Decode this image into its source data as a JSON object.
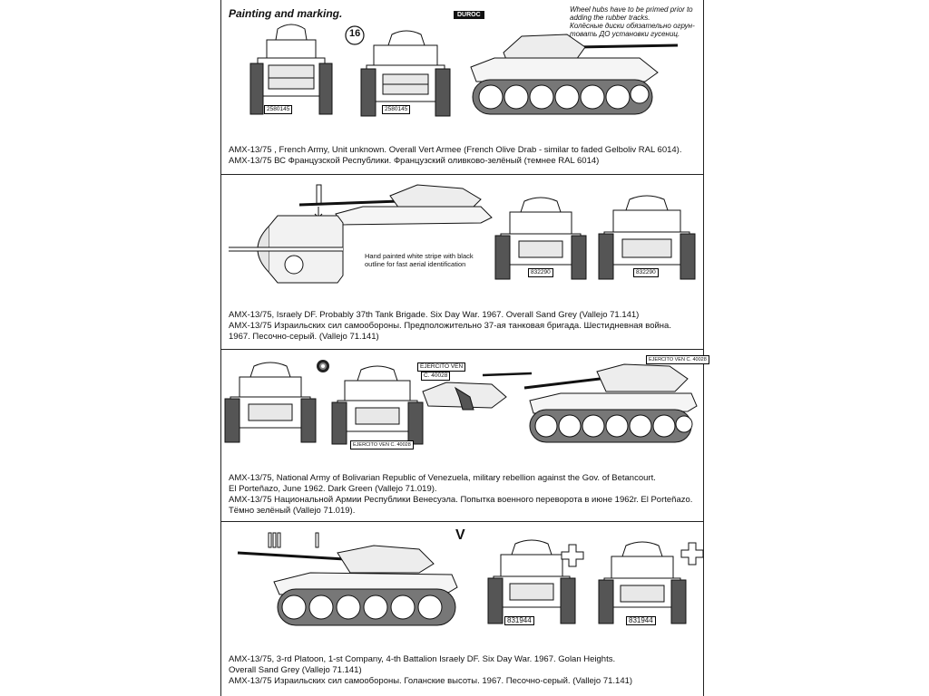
{
  "page": {
    "title": "Painting and marking.",
    "note": [
      "Wheel hubs have to be primed prior to",
      "adding the rubber tracks.",
      "Колёсные диски обязательно огрун-",
      "товать ДО установки гусениц."
    ]
  },
  "sections": [
    {
      "markings": [
        "DUROC",
        "16",
        "2580145",
        "2580145"
      ],
      "caption": [
        "AMX-13/75 , French Army, Unit unknown. Overall Vert Armee (French Olive Drab - similar to faded Gelboliv RAL 6014).",
        "AMX-13/75 ВС Французской Республики. Французский оливково-зелёный (темнее RAL 6014)"
      ]
    },
    {
      "markings": [
        "832290",
        "832290"
      ],
      "callout": [
        "Hand painted white stripe with black",
        "outline for fast aerial identification"
      ],
      "caption": [
        "AMX-13/75, Israely DF. Probably 37th Tank Brigade. Six Day War. 1967. Overall Sand Grey (Vallejo 71.141)",
        "AMX-13/75 Израильских сил самообороны. Предположительно 37-ая танковая бригада. Шестидневная война.",
        "1967. Песочно-серый. (Vallejo 71.141)"
      ]
    },
    {
      "markings": [
        "EJERCITO VEN",
        "C. 40028",
        "EJERCITO VEN C. 40028",
        "EJERCITO VEN C. 40028"
      ],
      "caption": [
        "AMX-13/75, National Army of Bolivarian Republic of Venezuela, military rebellion against the Gov. of Betancourt.",
        "El Porteñazo, June 1962. Dark Green (Vallejo 71.019).",
        "AMX-13/75 Национальной Армии Республики Венесуэла. Попытка военного переворота в июне 1962г. El Porteñazo.",
        "Тёмно зелёный  (Vallejo 71.019)."
      ]
    },
    {
      "markings": [
        "V",
        "831944",
        "831944"
      ],
      "caption": [
        "AMX-13/75, 3-rd Platoon, 1-st Company, 4-th Battalion Israely DF. Six Day War. 1967. Golan Heights.",
        "Overall Sand Grey (Vallejo 71.141)",
        "AMX-13/75 Израильских сил самообороны. Голанские высоты. 1967. Песочно-серый. (Vallejo 71.141)"
      ]
    }
  ]
}
